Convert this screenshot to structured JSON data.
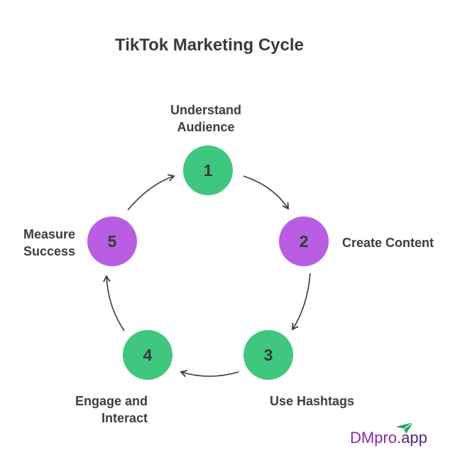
{
  "title": "TikTok Marketing Cycle",
  "steps": [
    {
      "number": "1",
      "label_lines": [
        "Understand",
        "Audience"
      ],
      "color": "#3fc67f"
    },
    {
      "number": "2",
      "label_lines": [
        "Create Content"
      ],
      "color": "#b95de3"
    },
    {
      "number": "3",
      "label_lines": [
        "Use Hashtags"
      ],
      "color": "#3fc67f"
    },
    {
      "number": "4",
      "label_lines": [
        "Engage and",
        "Interact"
      ],
      "color": "#3fc67f"
    },
    {
      "number": "5",
      "label_lines": [
        "Measure",
        "Success"
      ],
      "color": "#b95de3"
    }
  ],
  "brand": {
    "part1": "DMpro",
    "part2": ".app",
    "icon": "paper-plane-icon",
    "accent": "#23a35a"
  },
  "arrow_color": "#3a3a3a"
}
